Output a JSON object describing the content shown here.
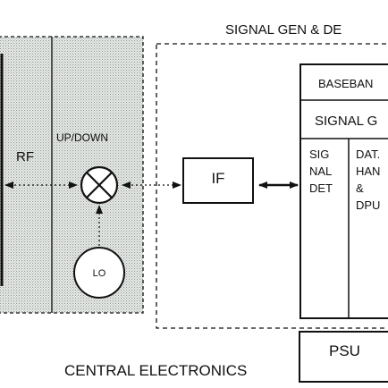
{
  "labels": {
    "signal_gen": "SIGNAL GEN & DE",
    "rf": "RF",
    "up_down": "UP/DOWN",
    "lo": "LO",
    "if": "IF",
    "baseband": "BASEBAN",
    "signal_g": "SIGNAL G",
    "sig_nal_det": [
      "SIG",
      "NAL",
      "DET"
    ],
    "dat_han_dpu": [
      "DAT.",
      "HAN",
      "&",
      "DPU"
    ],
    "psu": "PSU",
    "central_electronics": "CENTRAL ELECTRONICS"
  },
  "colors": {
    "stipple_fill": "#ccd2cc",
    "ink": "#111111",
    "background": "#ffffff"
  }
}
